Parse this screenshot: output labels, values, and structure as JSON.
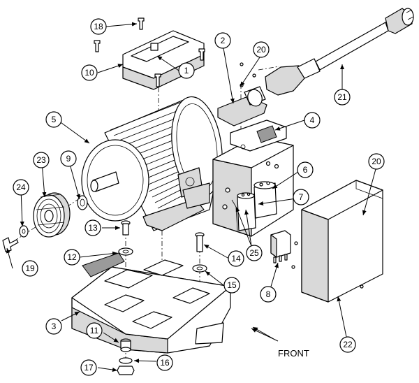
{
  "labels": {
    "front": "FRONT",
    "c1": "1",
    "c2": "2",
    "c3": "3",
    "c4": "4",
    "c5": "5",
    "c6": "6",
    "c7": "7",
    "c8": "8",
    "c9": "9",
    "c10": "10",
    "c11": "11",
    "c12": "12",
    "c13": "13",
    "c14": "14",
    "c15": "15",
    "c16": "16",
    "c17": "17",
    "c18": "18",
    "c19": "19",
    "c20a": "20",
    "c20b": "20",
    "c21": "21",
    "c22": "22",
    "c23": "23",
    "c24": "24",
    "c25": "25"
  }
}
